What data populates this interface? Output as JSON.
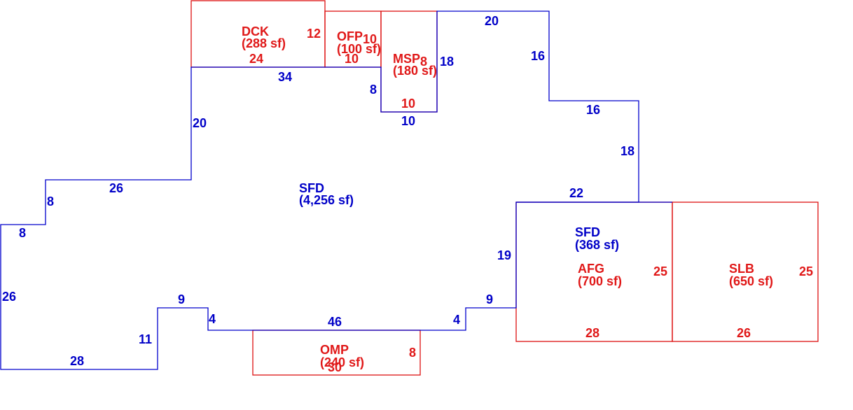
{
  "colors": {
    "main": "#0000c8",
    "addition": "#e01818"
  },
  "areas": {
    "sfd_main": {
      "code": "SFD",
      "area": "(4,256 sf)"
    },
    "sfd_small": {
      "code": "SFD",
      "area": "(368 sf)"
    },
    "dck": {
      "code": "DCK",
      "area": "(288 sf)"
    },
    "ofp": {
      "code": "OFP",
      "area": "(100 sf)"
    },
    "msp": {
      "code": "MSP",
      "area": "(180 sf)"
    },
    "afg": {
      "code": "AFG",
      "area": "(700 sf)"
    },
    "slb": {
      "code": "SLB",
      "area": "(650 sf)"
    },
    "omp": {
      "code": "OMP",
      "area": "(240 sf)"
    }
  },
  "dimensions": {
    "main": [
      "34",
      "20",
      "16",
      "16",
      "18",
      "22",
      "19",
      "9",
      "4",
      "46",
      "4",
      "9",
      "11",
      "28",
      "26",
      "8",
      "8",
      "26",
      "20",
      "8",
      "10"
    ],
    "dck": [
      "12",
      "24"
    ],
    "ofp": [
      "10",
      "10"
    ],
    "msp": [
      "8",
      "10"
    ],
    "afg": [
      "25",
      "28"
    ],
    "slb": [
      "25",
      "26"
    ],
    "omp": [
      "8",
      "30"
    ]
  }
}
